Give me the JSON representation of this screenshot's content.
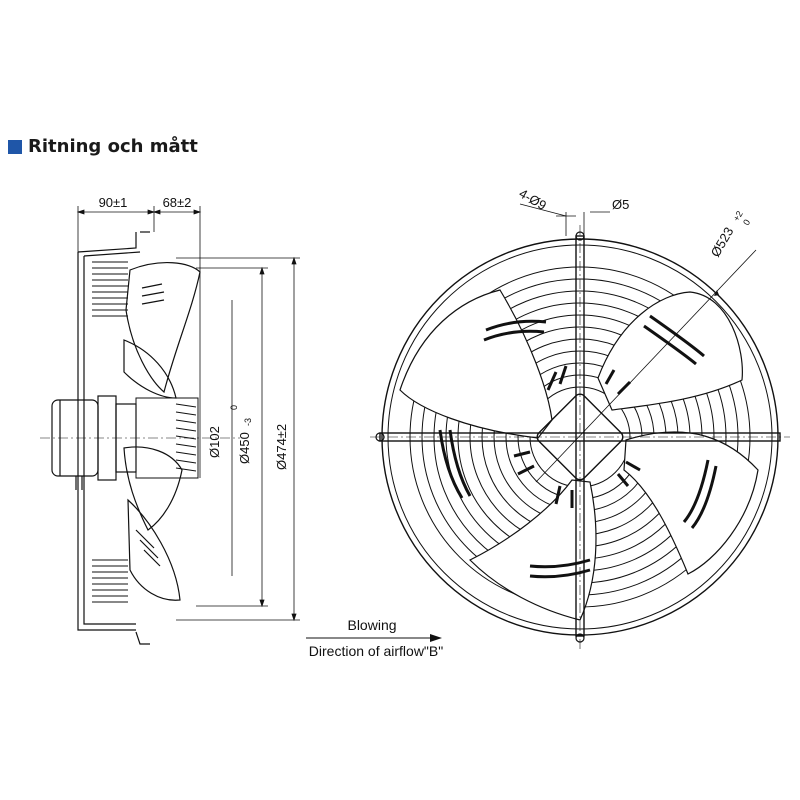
{
  "heading": {
    "title": "Ritning och mått",
    "marker_color": "#1f56a8"
  },
  "side_view": {
    "dim_top_left": "90±1",
    "dim_top_right": "68±2",
    "dim_hub": "Ø102",
    "dim_inner": "Ø450",
    "dim_inner_tol_upper": "0",
    "dim_inner_tol_lower": "-3",
    "dim_overall": "Ø474±2"
  },
  "front_view": {
    "dim_holes": "4-Ø9",
    "dim_wire": "Ø5",
    "dim_outer": "Ø523",
    "dim_outer_tol_upper": "+2",
    "dim_outer_tol_lower": "0"
  },
  "airflow": {
    "label": "Blowing",
    "direction": "Direction of airflow\"B\""
  }
}
